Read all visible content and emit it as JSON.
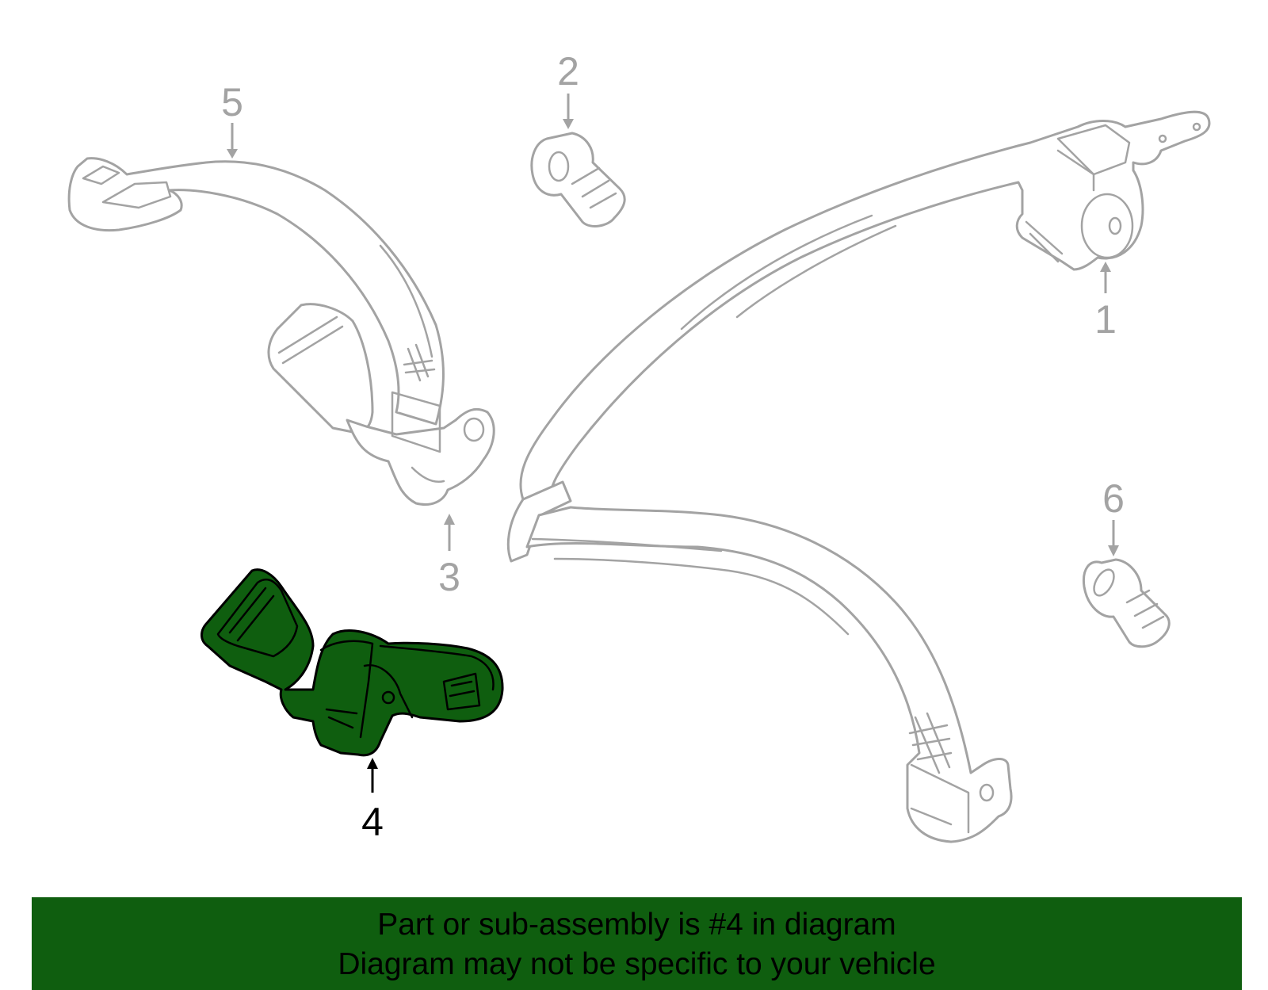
{
  "callouts": {
    "c1": "1",
    "c2": "2",
    "c3": "3",
    "c4": "4",
    "c5": "5",
    "c6": "6"
  },
  "highlight_color": "#0f5e0f",
  "line_color": "#a3a3a3",
  "banner": {
    "line1": "Part or sub-assembly is #4 in diagram",
    "line2": "Diagram may not be specific to your vehicle"
  }
}
